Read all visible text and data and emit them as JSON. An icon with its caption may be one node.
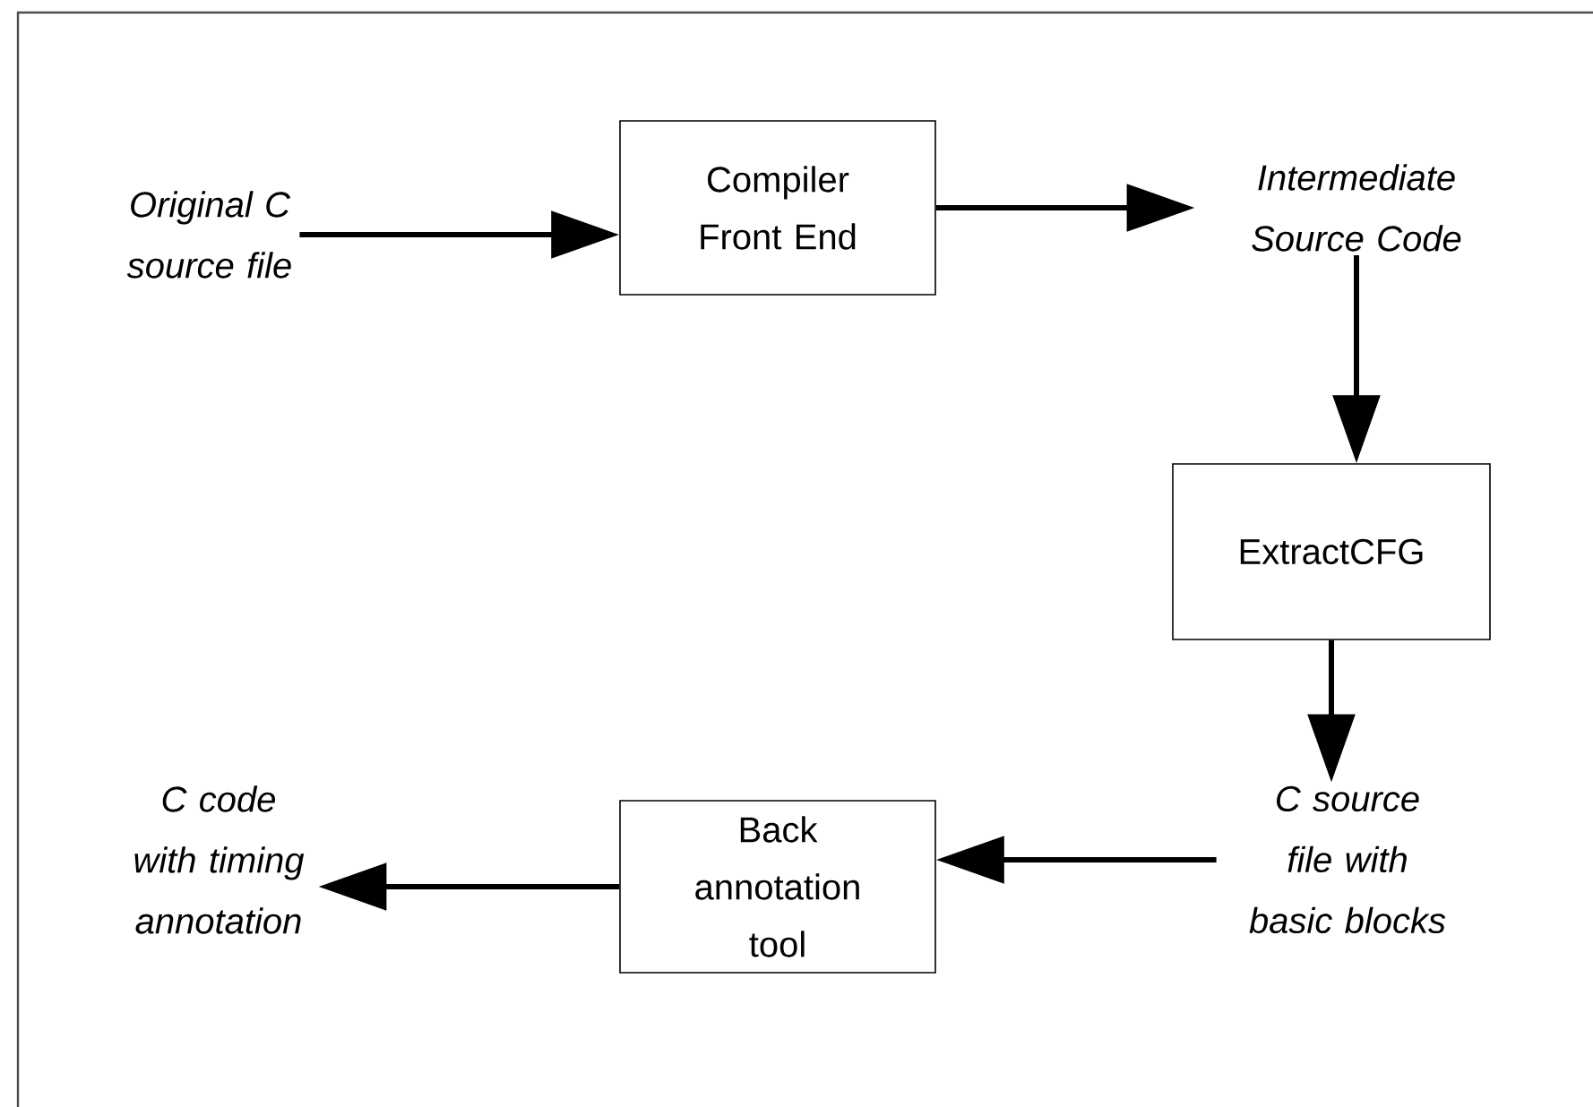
{
  "diagram": {
    "nodes": [
      {
        "text": [
          "Original C source file"
        ]
      },
      {
        "text": [
          "Compiler Front End"
        ]
      },
      {
        "text": [
          "Intermediate Source Code"
        ]
      },
      {
        "text": [
          "ExtractCFG"
        ]
      },
      {
        "text": [
          "C source file with basic blocks"
        ]
      },
      {
        "text": [
          "Back annotation tool"
        ]
      },
      {
        "text": [
          "C code with timing annotation"
        ]
      }
    ],
    "edges": [
      {
        "from": 0,
        "to": 1,
        "arrow": "to"
      },
      {
        "from": 1,
        "to": 2,
        "arrow": "to"
      },
      {
        "from": 2,
        "to": 3,
        "arrow": "to"
      },
      {
        "from": 3,
        "to": 4,
        "arrow": "to"
      },
      {
        "from": 4,
        "to": 5,
        "arrow": "to"
      },
      {
        "from": 5,
        "to": 6,
        "arrow": "to"
      }
    ]
  }
}
